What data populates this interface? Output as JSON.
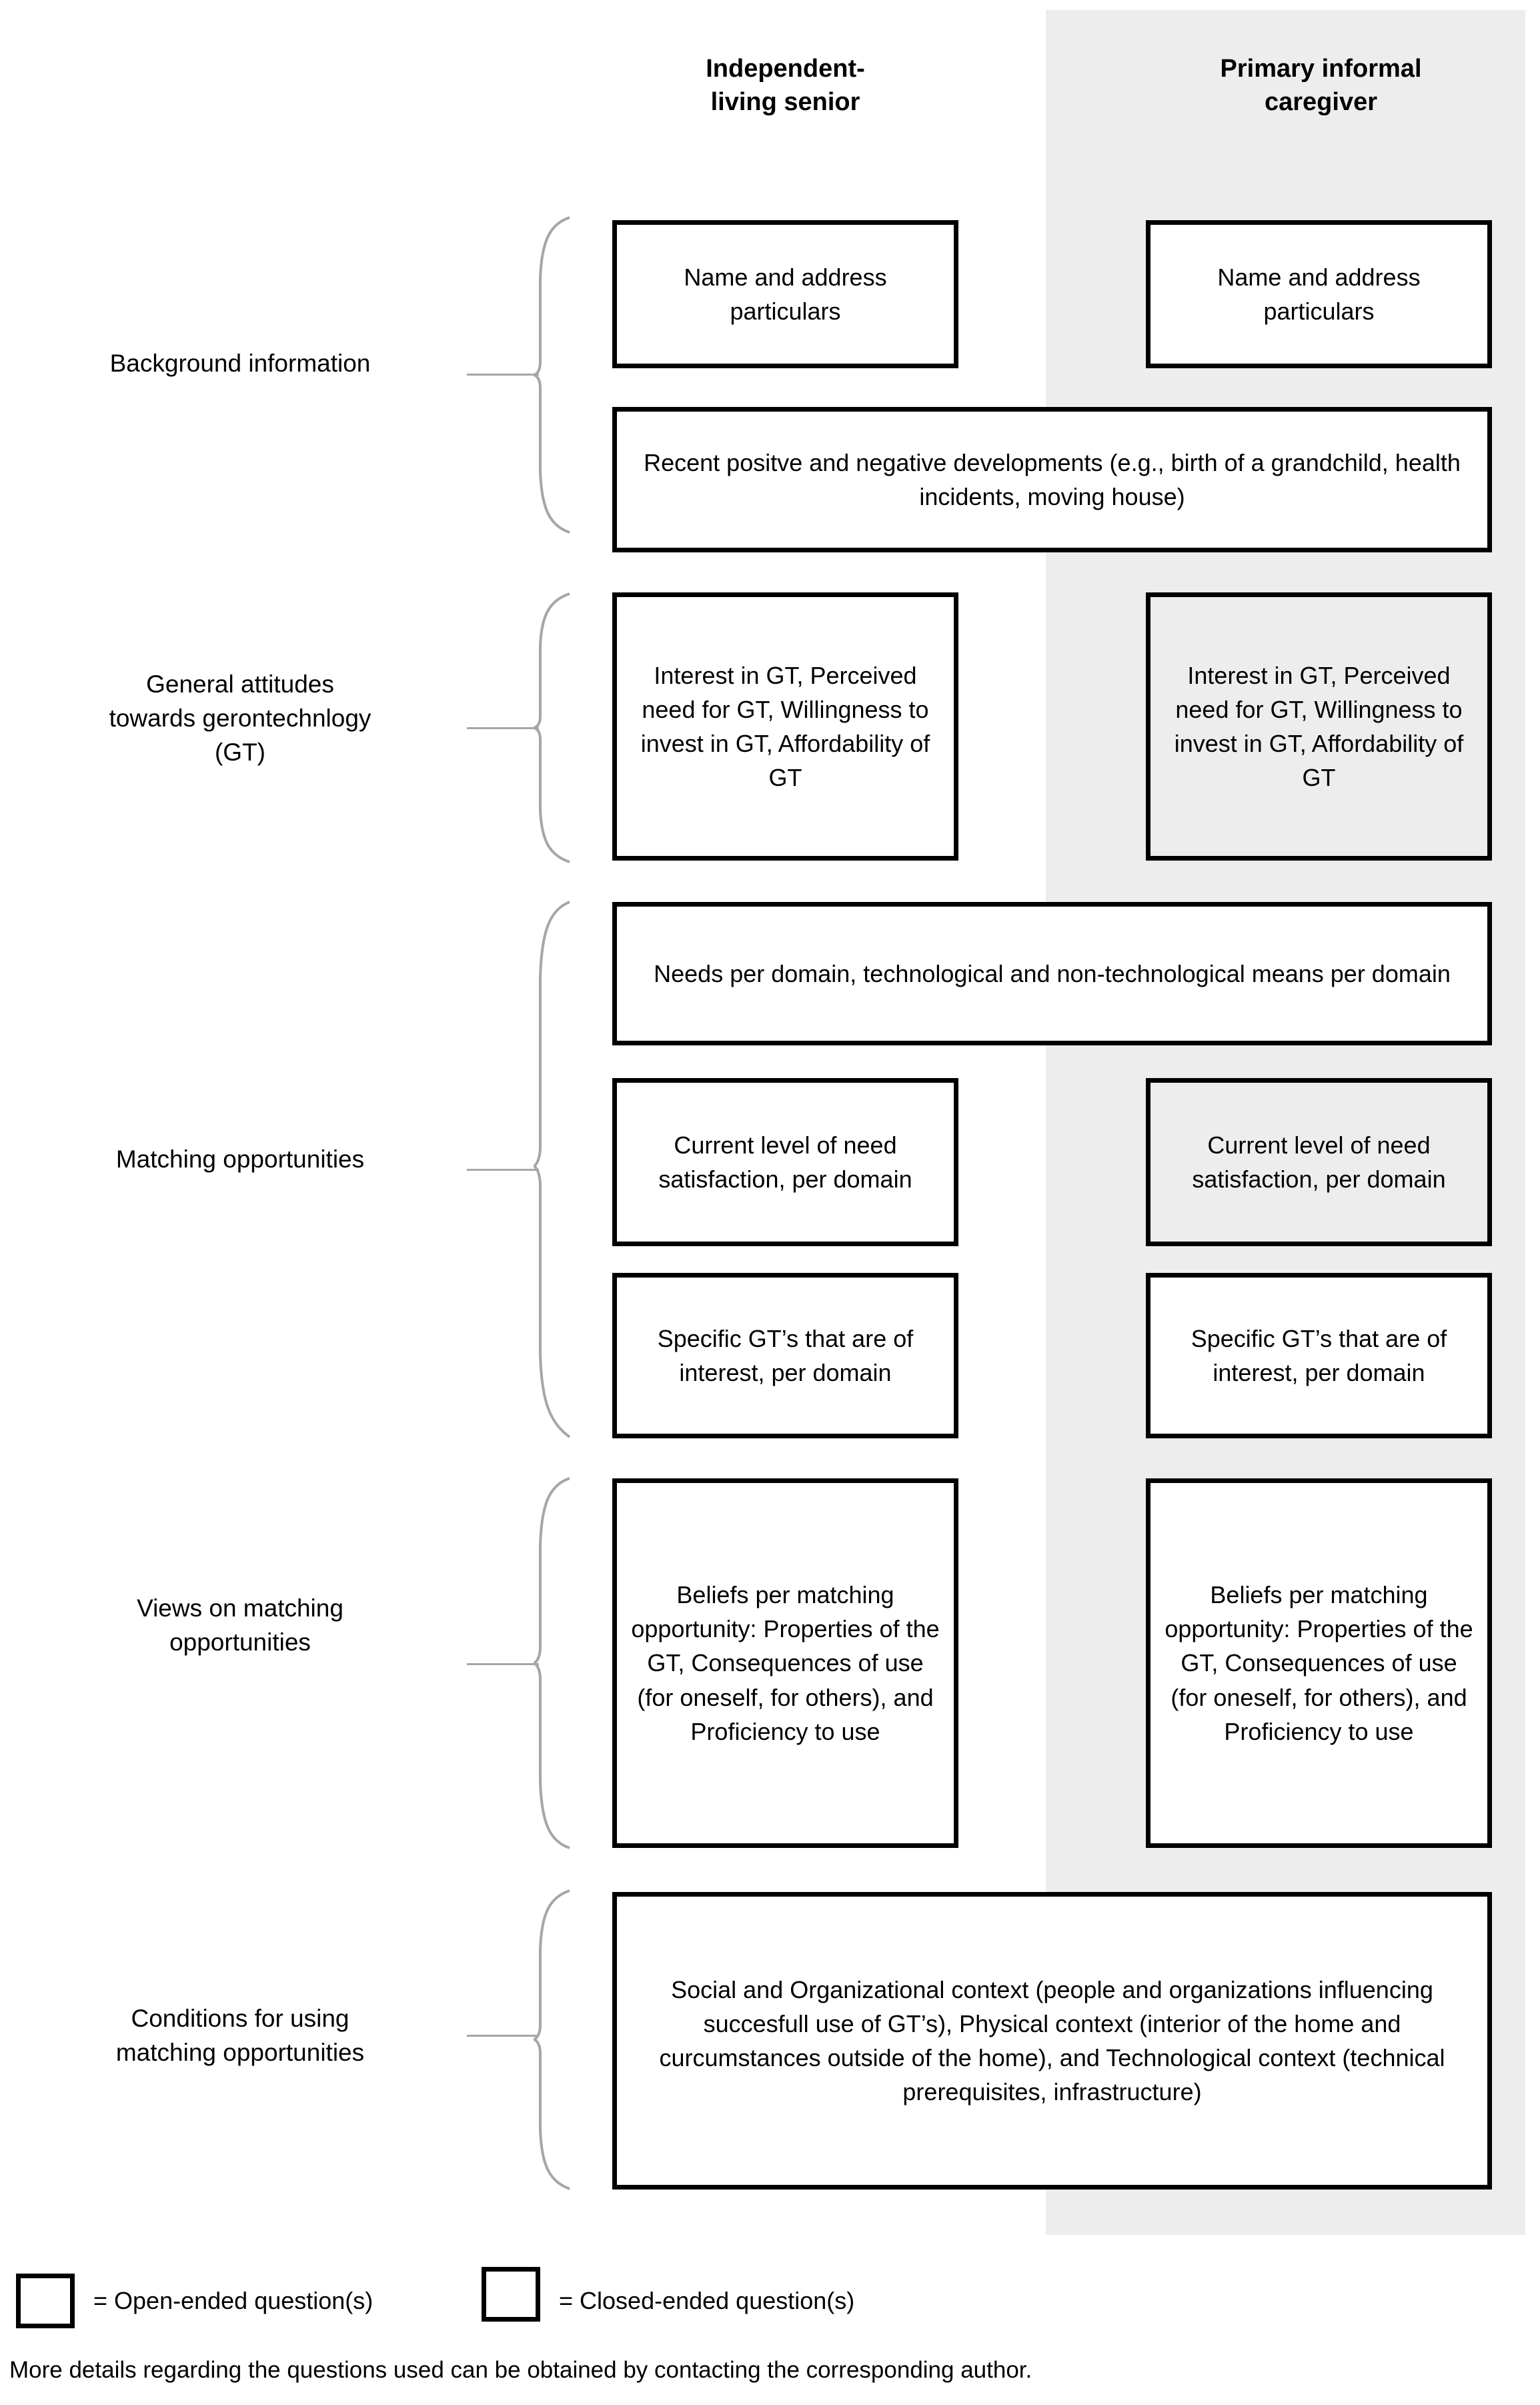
{
  "figure": {
    "columns": [
      {
        "id": "senior",
        "label": "Independent-\nliving senior"
      },
      {
        "id": "caregiver",
        "label": "Primary informal\ncaregiver"
      }
    ],
    "sections": [
      {
        "id": "background",
        "label": "Background information",
        "boxes": [
          {
            "id": "bg-name-senior",
            "column": "senior",
            "type": "closed",
            "text": "Name and address particulars"
          },
          {
            "id": "bg-name-caregiver",
            "column": "caregiver",
            "type": "closed",
            "text": "Name and address particulars"
          },
          {
            "id": "bg-developments",
            "column": "both",
            "type": "closed",
            "text": "Recent positve and negative developments (e.g., birth of a grandchild, health incidents, moving house)"
          }
        ]
      },
      {
        "id": "general-attitudes",
        "label": "General attitudes\ntowards gerontechnlogy\n(GT)",
        "boxes": [
          {
            "id": "ga-senior",
            "column": "senior",
            "type": "closed",
            "text": "Interest in GT, Perceived need for GT, Willingness to invest in GT, Affordability of GT"
          },
          {
            "id": "ga-caregiver",
            "column": "caregiver",
            "type": "open",
            "text": "Interest in GT, Perceived need for GT, Willingness to invest in GT, Affordability of GT"
          }
        ]
      },
      {
        "id": "matching-opportunities",
        "label": "Matching opportunities",
        "boxes": [
          {
            "id": "mo-needs",
            "column": "both",
            "type": "closed",
            "text": "Needs per domain, technological and non-technological means per domain"
          },
          {
            "id": "mo-satisfaction-senior",
            "column": "senior",
            "type": "closed",
            "text": "Current level of need satisfaction, per domain"
          },
          {
            "id": "mo-satisfaction-caregiver",
            "column": "caregiver",
            "type": "open",
            "text": "Current level of need satisfaction, per domain"
          },
          {
            "id": "mo-specific-senior",
            "column": "senior",
            "type": "closed",
            "text": "Specific GT’s that are of interest, per domain"
          },
          {
            "id": "mo-specific-caregiver",
            "column": "caregiver",
            "type": "closed",
            "text": "Specific GT’s that are of interest, per domain"
          }
        ]
      },
      {
        "id": "views",
        "label": "Views on matching\nopportunities",
        "boxes": [
          {
            "id": "views-senior",
            "column": "senior",
            "type": "closed",
            "text": "Beliefs per matching opportunity: Properties of the GT, Consequences of use (for oneself, for others), and Proficiency to use"
          },
          {
            "id": "views-caregiver",
            "column": "caregiver",
            "type": "closed",
            "text": "Beliefs per matching opportunity: Properties of the GT, Consequences of use (for oneself, for others), and Proficiency to use"
          }
        ]
      },
      {
        "id": "conditions",
        "label": "Conditions for using\nmatching opportunities",
        "boxes": [
          {
            "id": "cond-context",
            "column": "both",
            "type": "closed",
            "text": "Social and Organizational context (people and organizations influencing succesfull use of GT’s), Physical context (interior of the home and curcumstances outside of the home), and Technological context (technical prerequisites, infrastructure)"
          }
        ]
      }
    ],
    "legend": [
      {
        "id": "legend-open",
        "swatch": "open",
        "text": "= Open-ended question(s)"
      },
      {
        "id": "legend-closed",
        "swatch": "closed",
        "text": "= Closed-ended question(s)"
      }
    ],
    "footnote": "More details regarding the questions used can be obtained by contacting the corresponding author.",
    "colors": {
      "column_band": "#ededed",
      "box_border": "#000000",
      "brace": "#a6a6a6",
      "open_fill": "#ededed",
      "closed_fill": "#ffffff"
    }
  }
}
